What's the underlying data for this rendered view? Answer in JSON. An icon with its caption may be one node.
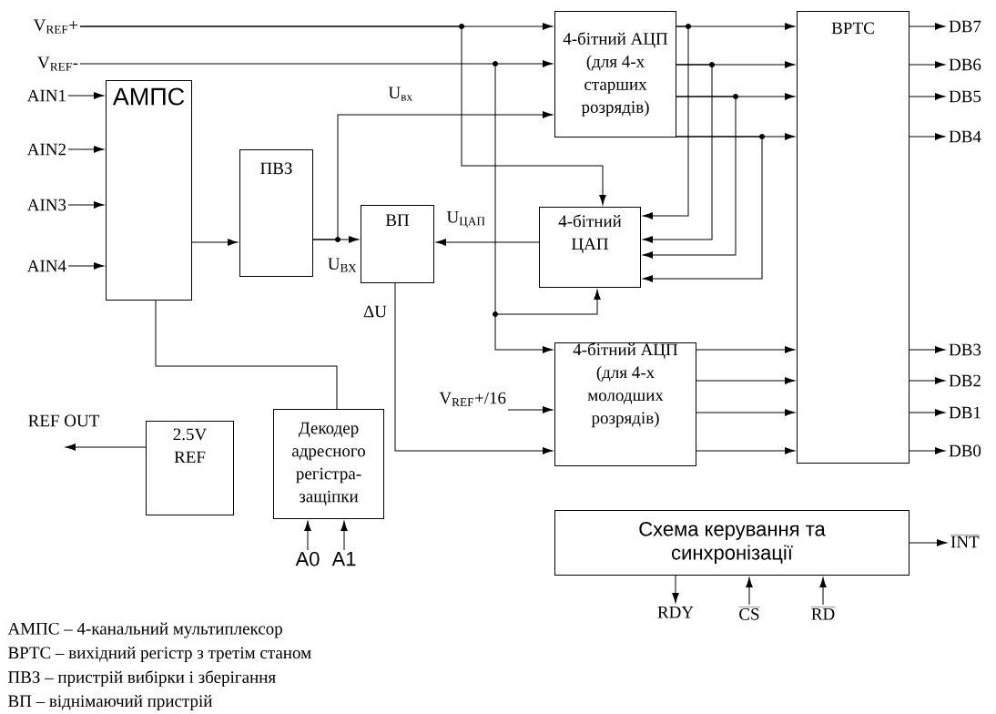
{
  "diagram": {
    "nodes": [
      {
        "text": [
          "АМПС"
        ]
      },
      {
        "text": [
          "ПВЗ"
        ]
      },
      {
        "text": [
          "ВП"
        ]
      },
      {
        "text": [
          "4-бітний АЦП (для 4-х старших розрядів)"
        ]
      },
      {
        "text": [
          "4-бітний ЦАП"
        ]
      },
      {
        "text": [
          "4-бітний АЦП (для 4-х молодших розрядів)"
        ]
      },
      {
        "text": [
          "ВРТС"
        ]
      },
      {
        "text": [
          "2.5V REF"
        ]
      },
      {
        "text": [
          "Декодер адресного регістра-защіпки"
        ]
      },
      {
        "text": [
          "Схема керування та синхронізації"
        ]
      },
      {
        "text": [
          "V$_{REF}$+"
        ]
      },
      {
        "text": [
          "V$_{REF}$-"
        ]
      },
      {
        "text": [
          "AIN1"
        ]
      },
      {
        "text": [
          "AIN2"
        ]
      },
      {
        "text": [
          "AIN3"
        ]
      },
      {
        "text": [
          "AIN4"
        ]
      },
      {
        "text": [
          "V$_{REF}$+/16"
        ]
      },
      {
        "text": [
          "REF OUT"
        ]
      },
      {
        "text": [
          "A0"
        ]
      },
      {
        "text": [
          "A1"
        ]
      },
      {
        "text": [
          "DB7"
        ]
      },
      {
        "text": [
          "DB6"
        ]
      },
      {
        "text": [
          "DB5"
        ]
      },
      {
        "text": [
          "DB4"
        ]
      },
      {
        "text": [
          "DB3"
        ]
      },
      {
        "text": [
          "DB2"
        ]
      },
      {
        "text": [
          "DB1"
        ]
      },
      {
        "text": [
          "DB0"
        ]
      },
      {
        "text": [
          "INT"
        ]
      },
      {
        "text": [
          "RDY"
        ]
      },
      {
        "text": [
          "CS"
        ]
      },
      {
        "text": [
          "RD"
        ]
      }
    ],
    "edges": [
      {
        "from": 10,
        "to": 3,
        "arrow": "to"
      },
      {
        "from": 10,
        "to": 4,
        "arrow": "to"
      },
      {
        "from": 11,
        "to": 3,
        "arrow": "to"
      },
      {
        "from": 11,
        "to": 4,
        "arrow": "to"
      },
      {
        "from": 11,
        "to": 5,
        "arrow": "to"
      },
      {
        "from": 12,
        "to": 0,
        "arrow": "to"
      },
      {
        "from": 13,
        "to": 0,
        "arrow": "to"
      },
      {
        "from": 14,
        "to": 0,
        "arrow": "to"
      },
      {
        "from": 15,
        "to": 0,
        "arrow": "to"
      },
      {
        "from": 0,
        "to": 1,
        "arrow": "to"
      },
      {
        "from": 1,
        "to": 2,
        "arrow": "to",
        "label": "U$_{ВХ}$"
      },
      {
        "from": 1,
        "to": 3,
        "arrow": "to",
        "label": "U$_{вх}$"
      },
      {
        "from": 4,
        "to": 2,
        "arrow": "to",
        "label": "U$_{ЦАП}$"
      },
      {
        "from": 2,
        "to": 5,
        "arrow": "to",
        "label": "ΔU"
      },
      {
        "from": 3,
        "to": 6,
        "arrow": "to"
      },
      {
        "from": 3,
        "to": 6,
        "arrow": "to"
      },
      {
        "from": 3,
        "to": 6,
        "arrow": "to"
      },
      {
        "from": 3,
        "to": 6,
        "arrow": "to"
      },
      {
        "from": 3,
        "to": 4,
        "arrow": "to"
      },
      {
        "from": 3,
        "to": 4,
        "arrow": "to"
      },
      {
        "from": 3,
        "to": 4,
        "arrow": "to"
      },
      {
        "from": 3,
        "to": 4,
        "arrow": "to"
      },
      {
        "from": 5,
        "to": 6,
        "arrow": "to"
      },
      {
        "from": 5,
        "to": 6,
        "arrow": "to"
      },
      {
        "from": 5,
        "to": 6,
        "arrow": "to"
      },
      {
        "from": 5,
        "to": 6,
        "arrow": "to"
      },
      {
        "from": 6,
        "to": 20,
        "arrow": "to"
      },
      {
        "from": 6,
        "to": 21,
        "arrow": "to"
      },
      {
        "from": 6,
        "to": 22,
        "arrow": "to"
      },
      {
        "from": 6,
        "to": 23,
        "arrow": "to"
      },
      {
        "from": 6,
        "to": 24,
        "arrow": "to"
      },
      {
        "from": 6,
        "to": 25,
        "arrow": "to"
      },
      {
        "from": 6,
        "to": 26,
        "arrow": "to"
      },
      {
        "from": 6,
        "to": 27,
        "arrow": "to"
      },
      {
        "from": 9,
        "to": 28,
        "arrow": "to"
      },
      {
        "from": 9,
        "to": 29,
        "arrow": "to"
      },
      {
        "from": 30,
        "to": 9,
        "arrow": "to"
      },
      {
        "from": 31,
        "to": 9,
        "arrow": "to"
      },
      {
        "from": 16,
        "to": 5,
        "arrow": "to"
      },
      {
        "from": 7,
        "to": 17,
        "arrow": "to"
      },
      {
        "from": 18,
        "to": 8,
        "arrow": "to"
      },
      {
        "from": 19,
        "to": 8,
        "arrow": "to"
      },
      {
        "from": 0,
        "to": 8,
        "arrow": "none"
      }
    ],
    "labels": [
      "АМПС – 4-канальний мультиплексор",
      "ВРТС – вихідний регістр з третім станом",
      "ПВЗ – пристрій вибірки і зберігання",
      "ВП – віднімаючий пристрій"
    ]
  }
}
